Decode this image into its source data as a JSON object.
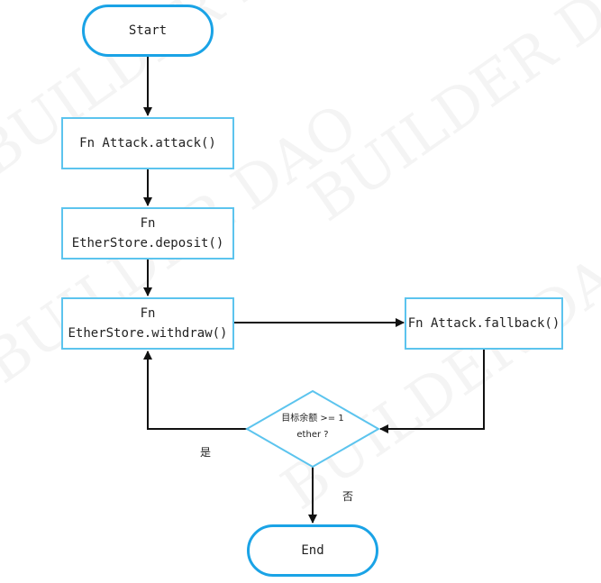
{
  "watermark": "BUILDER DAO",
  "nodes": {
    "start": "Start",
    "attack": "Fn Attack.attack()",
    "deposit_line1": "Fn",
    "deposit_line2": "EtherStore.deposit()",
    "withdraw_line1": "Fn",
    "withdraw_line2": "EtherStore.withdraw()",
    "fallback": "Fn Attack.fallback()",
    "decision_line1": "目标余额 >= 1",
    "decision_line2": "ether ?",
    "end": "End"
  },
  "edge_labels": {
    "yes": "是",
    "no": "否"
  },
  "colors": {
    "terminal_border": "#1aa3e6",
    "process_border": "#5cc4ee",
    "arrow": "#111111"
  }
}
